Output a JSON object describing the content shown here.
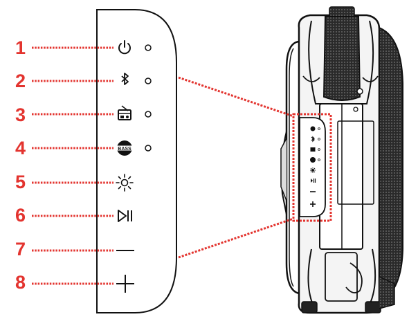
{
  "accent_color": "#e3342f",
  "line_color": "#111111",
  "panel": {
    "buttons": [
      {
        "number": "1",
        "icon": "power-icon",
        "has_led": true
      },
      {
        "number": "2",
        "icon": "bluetooth-icon",
        "has_led": true
      },
      {
        "number": "3",
        "icon": "radio-icon",
        "has_led": true
      },
      {
        "number": "4",
        "icon": "bass-icon",
        "icon_text": "BASS",
        "has_led": true
      },
      {
        "number": "5",
        "icon": "light-icon",
        "has_led": false
      },
      {
        "number": "6",
        "icon": "play-pause-icon",
        "has_led": false
      },
      {
        "number": "7",
        "icon": "minus-icon",
        "has_led": false
      },
      {
        "number": "8",
        "icon": "plus-icon",
        "has_led": false
      }
    ]
  },
  "speaker": {
    "mini_panel_icons": [
      "power-icon",
      "bluetooth-icon",
      "radio-icon",
      "bass-icon",
      "light-icon",
      "play-pause-icon",
      "minus-icon",
      "plus-icon"
    ]
  }
}
